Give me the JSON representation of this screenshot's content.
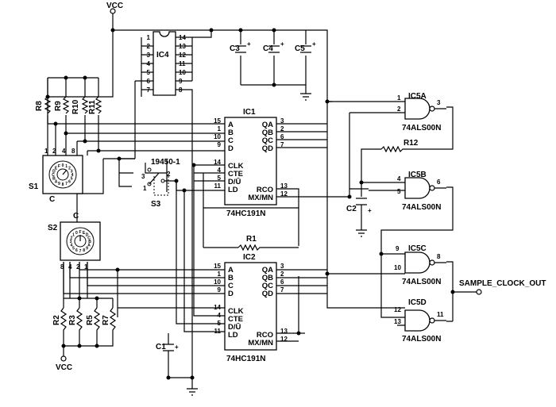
{
  "labels": {
    "vcc_top": "VCC",
    "vcc_bottom": "VCC",
    "ic4": "IC4",
    "ic1": "IC1",
    "ic2": "IC2",
    "ic1_part": "74HC191N",
    "ic2_part": "74HC191N",
    "c1": "C1",
    "c2": "C2",
    "c3": "C3",
    "c4": "C4",
    "c5": "C5",
    "r1": "R1",
    "r2": "R2",
    "r3": "R3",
    "r5": "R5",
    "r7": "R7",
    "r8": "R8",
    "r9": "R9",
    "r10": "R10",
    "r11": "R11",
    "r12": "R12",
    "s1": "S1",
    "s2": "S2",
    "s3": "S3",
    "s3_part": "19450-1",
    "ic5a": "IC5A",
    "ic5b": "IC5B",
    "ic5c": "IC5C",
    "ic5d": "IC5D",
    "gate_part": "74ALS00N",
    "output": "SAMPLE_CLOCK_OUT",
    "plus": "+",
    "common": "C"
  },
  "ic_pins": {
    "left": [
      "A",
      "B",
      "C",
      "D",
      "CLK",
      "CTE",
      "D/Ū",
      "LD"
    ],
    "left_nums_ic1": [
      "15",
      "1",
      "10",
      "9",
      "14",
      "4",
      "5",
      "11"
    ],
    "left_nums_ic2": [
      "15",
      "1",
      "10",
      "9",
      "14",
      "4",
      "5",
      "11"
    ],
    "right": [
      "QA",
      "QB",
      "QC",
      "QD",
      "RCO",
      "MX/MN"
    ],
    "right_nums": [
      "3",
      "2",
      "6",
      "7",
      "13",
      "12"
    ]
  },
  "ic4_pins": {
    "left": [
      "1",
      "2",
      "3",
      "4",
      "5",
      "6",
      "7"
    ],
    "right": [
      "14",
      "13",
      "12",
      "11",
      "10",
      "9",
      "8"
    ]
  },
  "switch_pins": {
    "s1": [
      "1",
      "2",
      "4",
      "8"
    ],
    "s2": [
      "8",
      "4",
      "2",
      "1"
    ],
    "s3": [
      "3",
      "1",
      "2"
    ],
    "s1_dial": "0 1 2 3 4 5 6 7 8 9 A B C D E F",
    "s2_dial": "F E D C B A 9 8 7 6 5 4 3 2 1 0"
  },
  "gate_pins": {
    "a": [
      "1",
      "2",
      "3"
    ],
    "b": [
      "4",
      "5",
      "6"
    ],
    "c": [
      "9",
      "10",
      "8"
    ],
    "d": [
      "12",
      "13",
      "11"
    ]
  }
}
